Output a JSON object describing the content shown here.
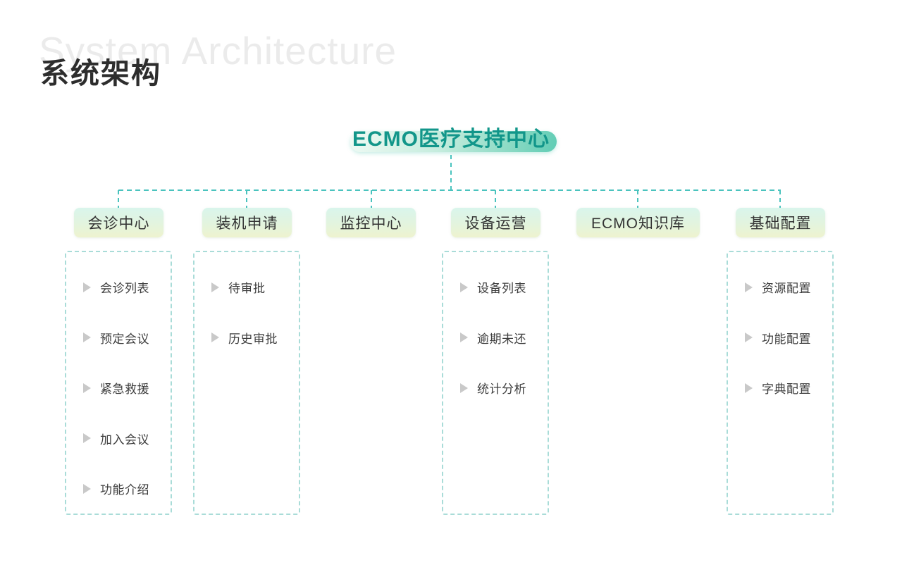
{
  "title": {
    "main": "系统架构",
    "ghost": "System Architecture"
  },
  "root": {
    "label": "ECMO医疗支持中心"
  },
  "branches": [
    {
      "label": "会诊中心",
      "items": [
        "会诊列表",
        "预定会议",
        "紧急救援",
        "加入会议",
        "功能介绍"
      ]
    },
    {
      "label": "装机申请",
      "items": [
        "待审批",
        "历史审批"
      ]
    },
    {
      "label": "监控中心",
      "items": []
    },
    {
      "label": "设备运营",
      "items": [
        "设备列表",
        "逾期未还",
        "统计分析"
      ]
    },
    {
      "label": "ECMO知识库",
      "items": []
    },
    {
      "label": "基础配置",
      "items": [
        "资源配置",
        "功能配置",
        "字典配置"
      ]
    }
  ],
  "colors": {
    "accent_teal_text": "#12968a",
    "root_highlight_start": "#effaf4",
    "root_highlight_end": "#5fccb4",
    "connector_dash": "#4ac3be",
    "subbox_dash_border": "#a9dcd8",
    "branch_gradient_top": "#d9f5ec",
    "branch_gradient_bottom": "#eef3cf",
    "branch_text": "#333333",
    "item_text": "#3d3d3d",
    "triangle_bullet": "#c9c9c9",
    "title_main": "#2d2d2d",
    "title_ghost": "#ebebeb",
    "background": "#ffffff"
  }
}
